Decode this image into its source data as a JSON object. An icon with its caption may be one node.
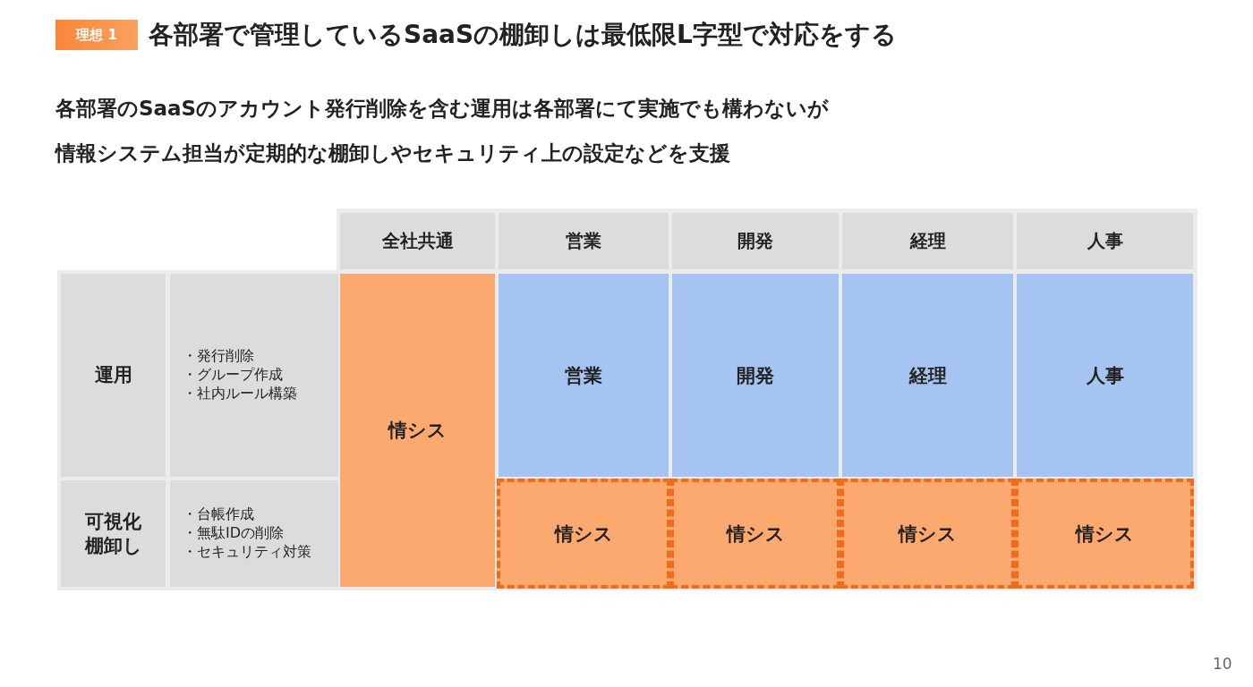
{
  "diagram": {
    "title": "各部署で管理しているSaaSの棚卸しは最低限L字型で対応をする",
    "nodes": [
      {
        "text": [
          "理想 1"
        ]
      },
      {
        "text": [
          "全社共通"
        ]
      },
      {
        "text": [
          "営業"
        ]
      },
      {
        "text": [
          "開発"
        ]
      },
      {
        "text": [
          "経理"
        ]
      },
      {
        "text": [
          "人事"
        ]
      },
      {
        "text": [
          "運用"
        ]
      },
      {
        "text": [
          "・発行削除",
          "・グループ作成",
          "・社内ルール構築"
        ]
      },
      {
        "text": [
          "情シス"
        ]
      },
      {
        "text": [
          "営業"
        ]
      },
      {
        "text": [
          "開発"
        ]
      },
      {
        "text": [
          "経理"
        ]
      },
      {
        "text": [
          "人事"
        ]
      },
      {
        "text": [
          "可視化棚卸し"
        ]
      },
      {
        "text": [
          "・台帳作成",
          "・無駄IDの削除",
          "・セキュリティ対策"
        ]
      },
      {
        "text": [
          "情シス"
        ]
      },
      {
        "text": [
          "情シス"
        ]
      },
      {
        "text": [
          "情シス"
        ]
      },
      {
        "text": [
          "情シス"
        ]
      }
    ],
    "labels": [
      "各部署のSaaSのアカウント発行削除を含む運用は各部署にて実施でも構わないが",
      "情報システム担当が定期的な棚卸しやセキュリティ上の設定などを支援",
      "10"
    ]
  }
}
